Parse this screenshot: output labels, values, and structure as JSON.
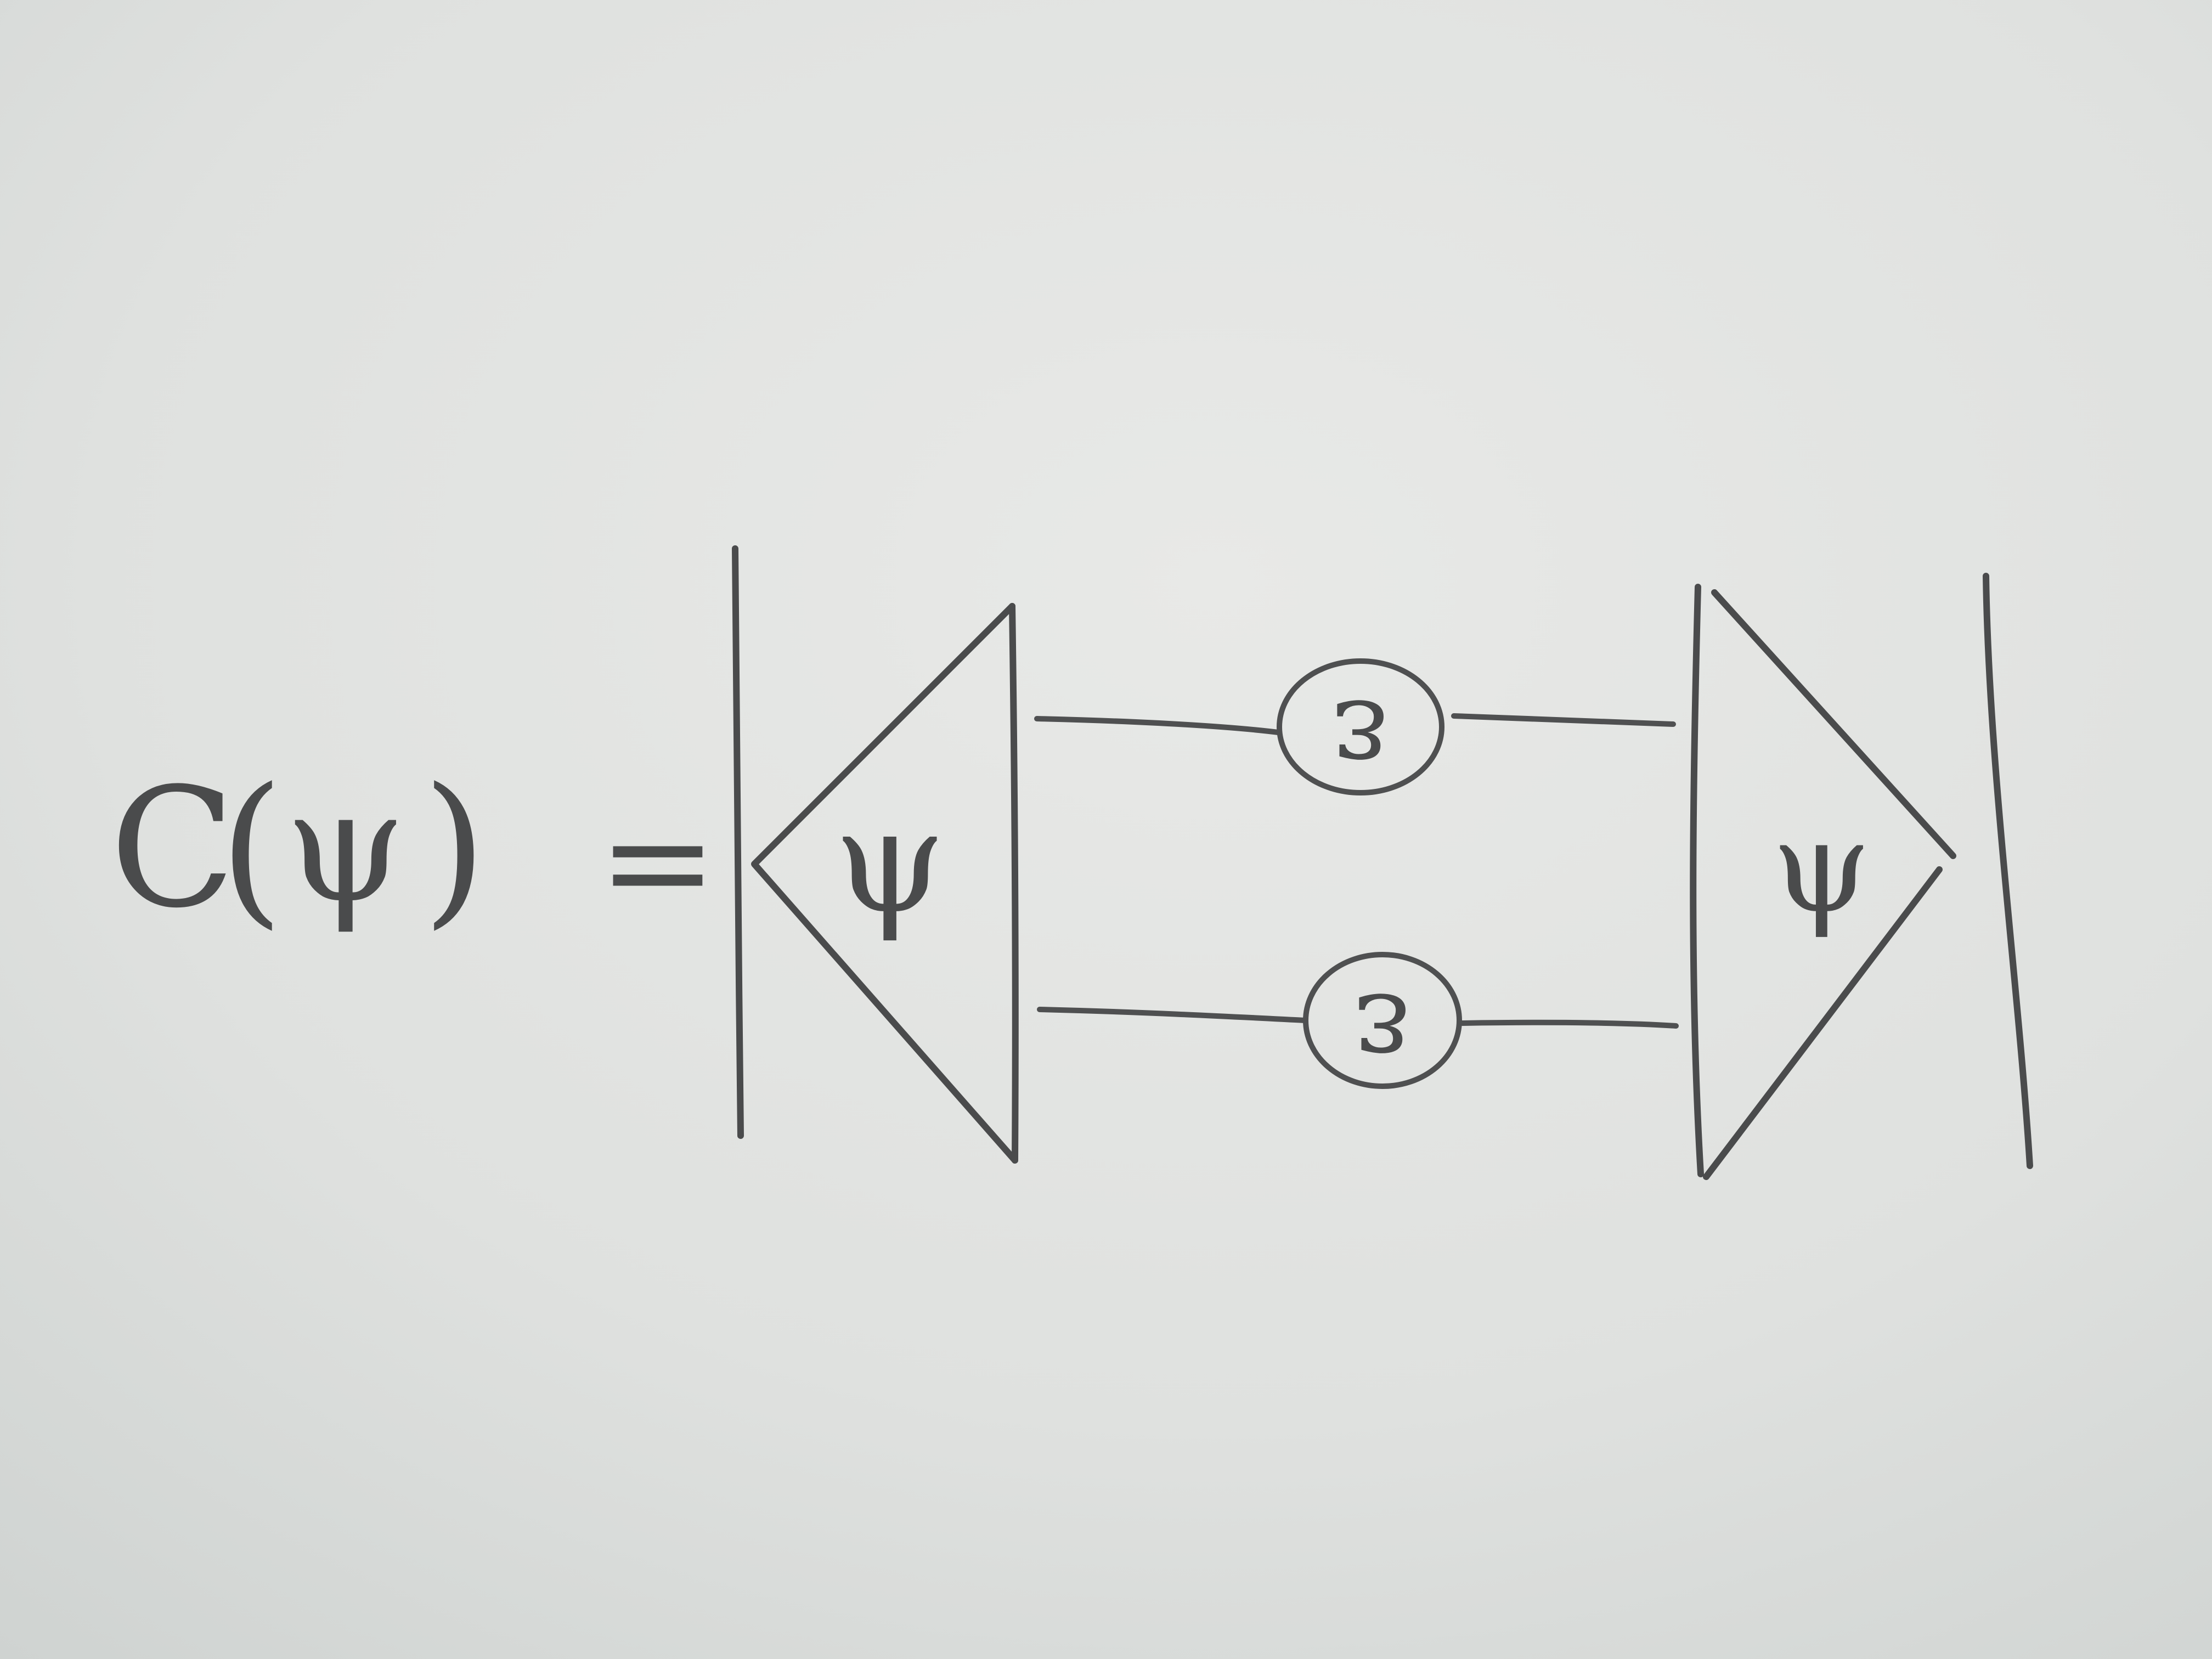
{
  "equation": {
    "lhs": {
      "function": "C",
      "open_paren": "(",
      "argument": "ψ",
      "close_paren": ")"
    },
    "equals": "="
  },
  "diagram": {
    "left_tensor_label": "ψ",
    "right_tensor_label": "ψ",
    "upper_node_label": "ε",
    "lower_node_label": "ε"
  },
  "colors": {
    "paper": "#dcdedc",
    "pencil": "#4a4b4c"
  }
}
